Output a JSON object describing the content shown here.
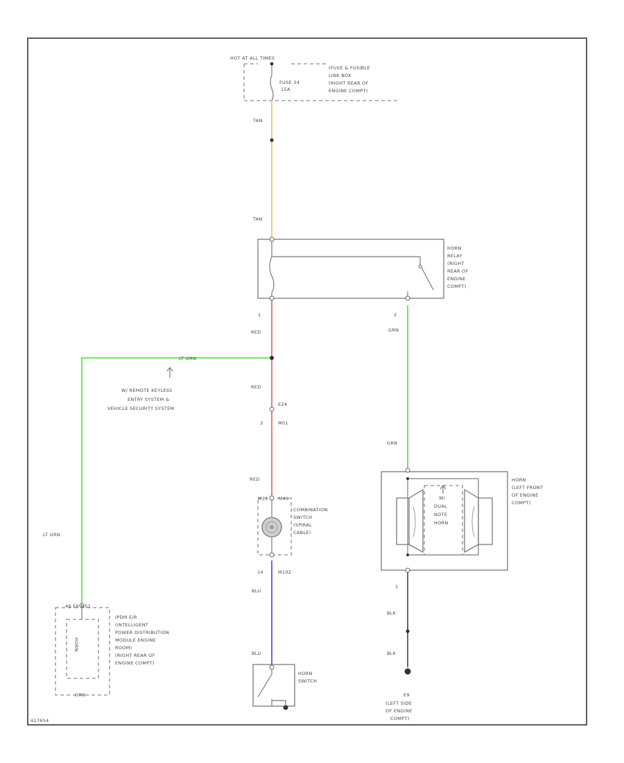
{
  "colors": {
    "tan": "#f2cc72",
    "red": "#f07a7a",
    "green": "#66ee55",
    "blue": "#6666ee",
    "black": "#555555"
  },
  "fuse": {
    "power": "HOT AT ALL TIMES",
    "fuse_label_1": "FUSE 34",
    "fuse_label_2": "15A",
    "box_name": [
      "(FUSE & FUSIBLE",
      "LINK BOX",
      "(RIGHT REAR OF",
      "ENGINE COMPT)"
    ]
  },
  "wires": {
    "tan_upper": "TAN",
    "tan_lower": "TAN",
    "red_1": "RED",
    "red_2": "RED",
    "red_3": "RED",
    "lt_grn_top": "LT GRN",
    "lt_grn_side": "LT GRN",
    "grn_1": "GRN",
    "grn_2": "GRN",
    "blu_1": "BLU",
    "blu_2": "BLU",
    "blk_1": "BLK",
    "blk_2": "BLK"
  },
  "relay": {
    "name": [
      "HORN",
      "RELAY",
      "(RIGHT",
      "REAR OF",
      "ENGINE",
      "COMPT)"
    ],
    "pin_left": "1",
    "pin_right": "2"
  },
  "note": {
    "lines": [
      "W/ REMOTE KEYLESS",
      "ENTRY SYSTEM &",
      "VEHICLE SECURITY SYSTEM"
    ]
  },
  "connector": {
    "e24": "E24",
    "pin": "3",
    "m01": "M01"
  },
  "combination_switch": {
    "top_left": "M11",
    "top_right": "M49",
    "name": [
      "COMBINATION",
      "SWITCH",
      "(SPIRAL",
      "CABLE)"
    ],
    "bottom_left": "14",
    "bottom_right": "M102"
  },
  "horn": {
    "name": [
      "HORN",
      "(LEFT FRONT",
      "OF ENGINE",
      "COMPT)"
    ],
    "inner": [
      "W/",
      "DUAL",
      "NOTE",
      "HORN"
    ],
    "pin": "1"
  },
  "ipdm": {
    "top": "46   E6 M51",
    "name": [
      "IPDM E/R",
      "(INTELLIGENT",
      "POWER DISTRIBUTION",
      "MODULE ENGINE",
      "ROOM)",
      "(RIGHT REAR OF",
      "ENGINE COMPT)"
    ],
    "inner": "HORN",
    "bottom": "GRN"
  },
  "horn_switch": {
    "name": [
      "HORN",
      "SWITCH"
    ]
  },
  "ground": {
    "code": "E9",
    "name": [
      "(LEFT SIDE",
      "OF ENGINE",
      "COMPT)"
    ]
  },
  "footer": {
    "ref": "417654"
  }
}
